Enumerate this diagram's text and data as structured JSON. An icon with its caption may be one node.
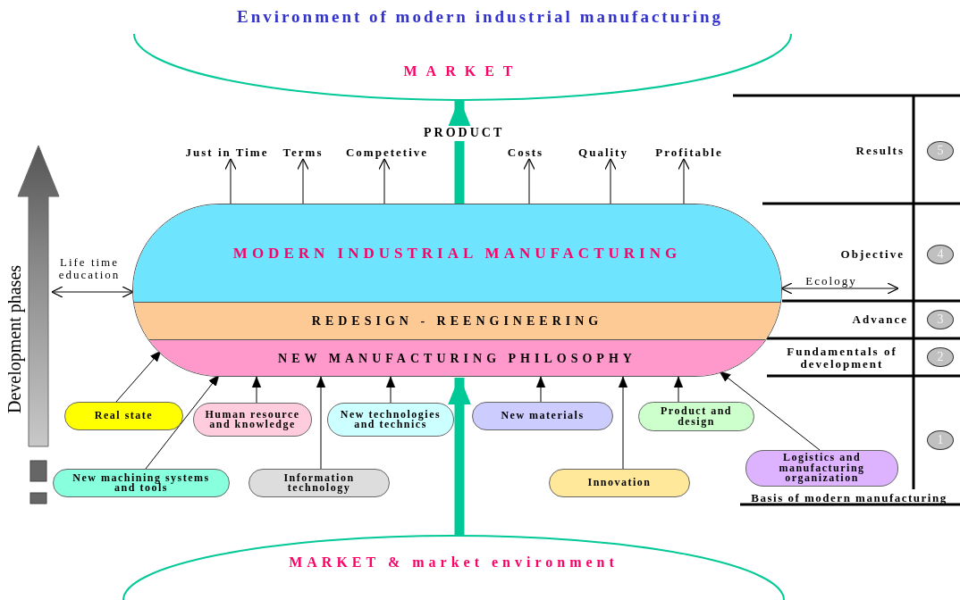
{
  "diagram": {
    "title": "Environment of modern industrial manufacturing",
    "nodes": [
      {
        "text": [
          "MARKET"
        ]
      },
      {
        "text": [
          "Just in Time"
        ]
      },
      {
        "text": [
          "Terms"
        ]
      },
      {
        "text": [
          "Competetive"
        ]
      },
      {
        "text": [
          "Costs"
        ]
      },
      {
        "text": [
          "Quality"
        ]
      },
      {
        "text": [
          "Profitable"
        ]
      },
      {
        "text": [
          "MODERN INDUSTRIAL MANUFACTURING"
        ]
      },
      {
        "text": [
          "REDESIGN - REENGINEERING"
        ]
      },
      {
        "text": [
          "NEW MANUFACTURING PHILOSOPHY"
        ]
      },
      {
        "text": [
          "Real state"
        ]
      },
      {
        "text": [
          "Human resource and knowledge"
        ]
      },
      {
        "text": [
          "New technologies and technics"
        ]
      },
      {
        "text": [
          "New materials"
        ]
      },
      {
        "text": [
          "Product and design"
        ]
      },
      {
        "text": [
          "New machining systems and tools"
        ]
      },
      {
        "text": [
          "Information technology"
        ]
      },
      {
        "text": [
          "Innovation"
        ]
      },
      {
        "text": [
          "Logistics and manufacturing organization"
        ]
      },
      {
        "text": [
          "MARKET & market environment"
        ]
      }
    ],
    "edges": [
      {
        "from": 7,
        "to": 0,
        "arrow": "to",
        "label": "PRODUCT",
        "style": "thick",
        "color": "#00c896"
      },
      {
        "from": 7,
        "to": 1,
        "arrow": "to"
      },
      {
        "from": 7,
        "to": 2,
        "arrow": "to"
      },
      {
        "from": 7,
        "to": 3,
        "arrow": "to"
      },
      {
        "from": 7,
        "to": 4,
        "arrow": "to"
      },
      {
        "from": 7,
        "to": 5,
        "arrow": "to"
      },
      {
        "from": 7,
        "to": 6,
        "arrow": "to"
      },
      {
        "from": null,
        "to": 7,
        "arrow": "both",
        "label": "Life time education"
      },
      {
        "from": 7,
        "to": null,
        "arrow": "both",
        "label": "Ecology"
      },
      {
        "from": 10,
        "to": 9,
        "arrow": "to"
      },
      {
        "from": 11,
        "to": 9,
        "arrow": "to"
      },
      {
        "from": 12,
        "to": 9,
        "arrow": "to"
      },
      {
        "from": 13,
        "to": 9,
        "arrow": "to"
      },
      {
        "from": 14,
        "to": 9,
        "arrow": "to"
      },
      {
        "from": 15,
        "to": 9,
        "arrow": "to"
      },
      {
        "from": 16,
        "to": 9,
        "arrow": "to"
      },
      {
        "from": 17,
        "to": 9,
        "arrow": "to"
      },
      {
        "from": 18,
        "to": 9,
        "arrow": "to"
      },
      {
        "from": 19,
        "to": 9,
        "arrow": "to",
        "style": "thick",
        "color": "#00c896"
      }
    ],
    "labels": [
      "Development phases",
      "Results",
      "5",
      "Objective",
      "4",
      "Advance",
      "3",
      "Fundamentals of development",
      "2",
      "1",
      "Basis of modern manufacturing"
    ]
  }
}
